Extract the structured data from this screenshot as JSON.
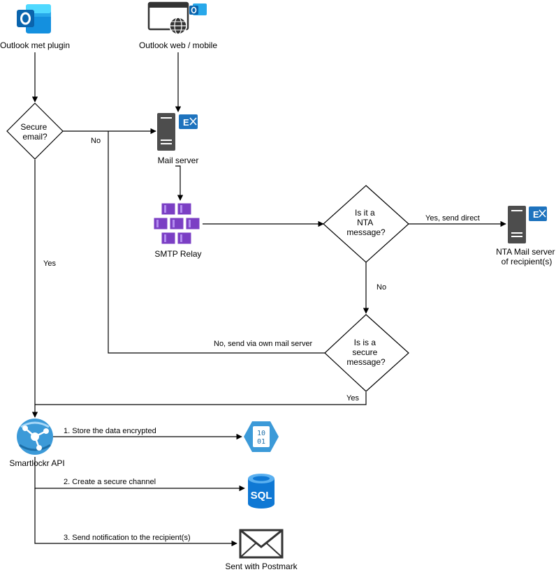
{
  "nodes": {
    "outlook_plugin": {
      "label": "Outlook met plugin",
      "icon": "outlook-icon"
    },
    "outlook_web": {
      "label": "Outlook web / mobile",
      "icon": "browser-globe-icon"
    },
    "secure_email": {
      "lines": [
        "Secure",
        "email?"
      ]
    },
    "mail_server": {
      "label": "Mail server",
      "icon": "exchange-server-icon"
    },
    "smtp_relay": {
      "label": "SMTP Relay",
      "icon": "container-cluster-icon"
    },
    "nta_question": {
      "lines": [
        "Is it a",
        "NTA",
        "message?"
      ]
    },
    "nta_mail_server": {
      "lines": [
        "NTA Mail server",
        "of recipient(s)"
      ],
      "icon": "exchange-server-icon"
    },
    "secure_question": {
      "lines": [
        "Is is a",
        "secure",
        "message?"
      ]
    },
    "api": {
      "label": "Smartlockr API",
      "icon": "app-service-icon"
    },
    "storage": {
      "icon": "blob-storage-icon"
    },
    "sql": {
      "icon": "sql-database-icon",
      "text": "SQL"
    },
    "postmark": {
      "label": "Sent with Postmark",
      "icon": "envelope-icon"
    }
  },
  "edges": {
    "no_1": "No",
    "yes_1": "Yes",
    "yes_direct": "Yes, send direct",
    "no_2": "No",
    "no_own_server": "No, send via own mail server",
    "yes_2": "Yes",
    "store": "1. Store the data encrypted",
    "channel": "2. Create a secure channel",
    "notify": "3. Send notification to the recipient(s)"
  },
  "storage_digits": [
    "10",
    "01"
  ],
  "colors": {
    "outlook_blue": "#0a64ad",
    "outlook_light": "#28a8ea",
    "server_gray": "#4d4d4d",
    "exchange_blue": "#1e73be",
    "relay_purple": "#7b3fc4",
    "relay_light": "#b38cf0",
    "api_blue": "#3c9ad8",
    "storage_blue": "#3c9ad8",
    "sql_blue": "#0f78d4",
    "line": "#000000"
  }
}
